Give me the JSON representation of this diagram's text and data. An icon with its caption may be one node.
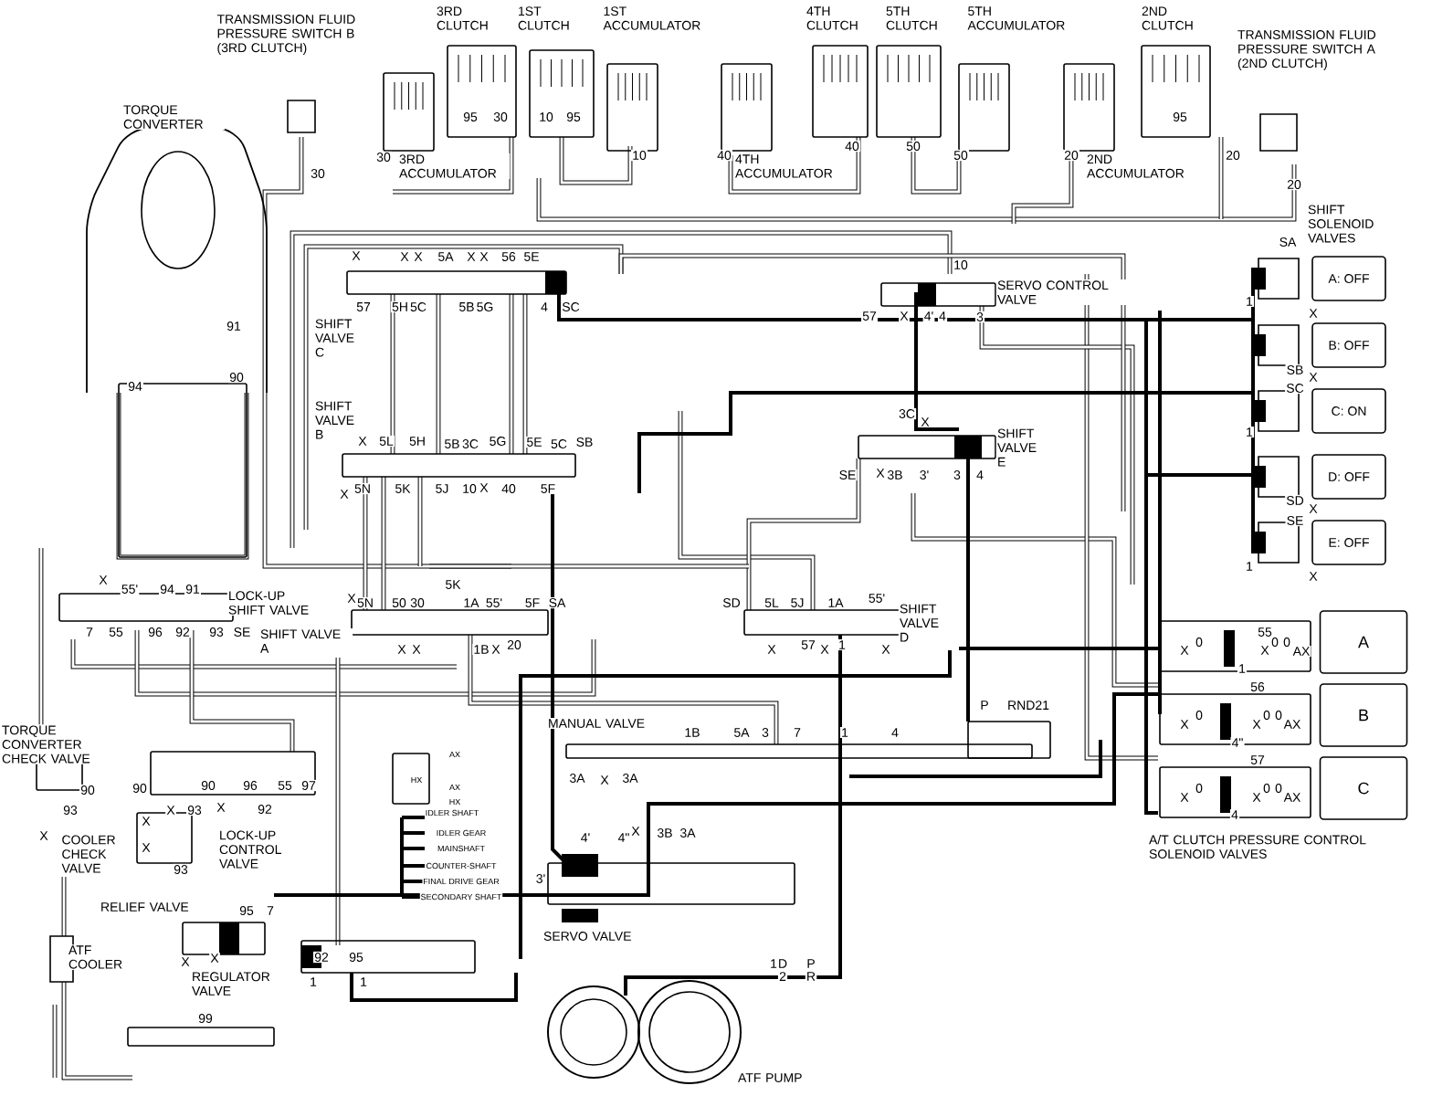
{
  "diagram": {
    "nodes": [
      {
        "text": [
          "A: OFF"
        ]
      },
      {
        "text": [
          "B: OFF"
        ]
      },
      {
        "text": [
          "C: ON"
        ]
      },
      {
        "text": [
          "D: OFF"
        ]
      },
      {
        "text": [
          "E: OFF"
        ]
      },
      {
        "text": [
          "A"
        ]
      },
      {
        "text": [
          "B"
        ]
      },
      {
        "text": [
          "C"
        ]
      }
    ],
    "labels": [
      "TRANSMISSION FLUID PRESSURE SWITCH B (3RD CLUTCH)",
      "3RD CLUTCH",
      "1ST CLUTCH",
      "1ST ACCUMULATOR",
      "4TH CLUTCH",
      "5TH CLUTCH",
      "5TH ACCUMULATOR",
      "2ND CLUTCH",
      "TRANSMISSION FLUID PRESSURE SWITCH A (2ND CLUTCH)",
      "TORQUE CONVERTER",
      "3RD ACCUMULATOR",
      "4TH ACCUMULATOR",
      "2ND ACCUMULATOR",
      "SHIFT SOLENOID VALVES",
      "SERVO CONTROL VALVE",
      "SHIFT VALVE C",
      "SHIFT VALVE B",
      "SHIFT VALVE E",
      "LOCK-UP SHIFT VALVE",
      "SHIFT VALVE A",
      "SHIFT VALVE D",
      "TORQUE CONVERTER CHECK VALVE",
      "MANUAL VALVE",
      "COOLER CHECK VALVE",
      "LOCK-UP CONTROL VALVE",
      "RELIEF VALVE",
      "SERVO VALVE",
      "REGULATOR VALVE",
      "ATF COOLER",
      "A/T CLUTCH PRESSURE CONTROL SOLENOID VALVES",
      "ATF PUMP",
      "P",
      "RND21",
      "IDLER SHAFT",
      "IDLER GEAR",
      "MAINSHAFT",
      "COUNTER-SHAFT",
      "FINAL DRIVE GEAR",
      "SECONDARY SHAFT",
      "AX",
      "HX",
      "AX",
      "HX",
      "30",
      "30",
      "95",
      "30",
      "10",
      "95",
      "10",
      "40",
      "40",
      "50",
      "50",
      "20",
      "95",
      "20",
      "20",
      "91",
      "90",
      "94",
      "X",
      "X",
      "X",
      "5A",
      "X",
      "X",
      "56",
      "5E",
      "57",
      "5H",
      "5C",
      "5B",
      "5G",
      "4",
      "SC",
      "X",
      "5L",
      "5H",
      "5B",
      "3C",
      "5G",
      "5E",
      "5C",
      "SB",
      "X",
      "5N",
      "5K",
      "5J",
      "10",
      "X",
      "40",
      "5F",
      "10",
      "57",
      "X",
      "4'",
      "4",
      "3",
      "SA",
      "X",
      "SB",
      "X",
      "SC",
      "SD",
      "X",
      "SE",
      "X",
      "1",
      "1",
      "1",
      "3C",
      "X",
      "SE",
      "X",
      "3B",
      "3'",
      "3",
      "4",
      "X",
      "55'",
      "94",
      "91",
      "7",
      "55",
      "96",
      "92",
      "93",
      "SE",
      "X",
      "5N",
      "50",
      "30",
      "5K",
      "1A",
      "55'",
      "5F",
      "SA",
      "X",
      "X",
      "1B",
      "X",
      "20",
      "SD",
      "5L",
      "5J",
      "1A",
      "55'",
      "X",
      "57",
      "X",
      "1",
      "X",
      "55",
      "1",
      "56",
      "4\"",
      "57",
      "4",
      "AX",
      "AX",
      "AX",
      "1B",
      "5A",
      "3",
      "7",
      "1",
      "4",
      "3A",
      "X",
      "3A",
      "4'",
      "4\"",
      "X",
      "3B",
      "3A",
      "3'",
      "1",
      "D",
      "2",
      "P",
      "R",
      "90",
      "90",
      "90",
      "96",
      "55",
      "97",
      "X",
      "93",
      "X",
      "93",
      "X",
      "92",
      "X",
      "X",
      "93",
      "95",
      "7",
      "X",
      "X",
      "92",
      "95",
      "1",
      "1",
      "99",
      "X",
      "0",
      "X",
      "0",
      "0",
      "X",
      "0",
      "X",
      "0",
      "0",
      "X",
      "0",
      "X",
      "0",
      "0"
    ]
  }
}
